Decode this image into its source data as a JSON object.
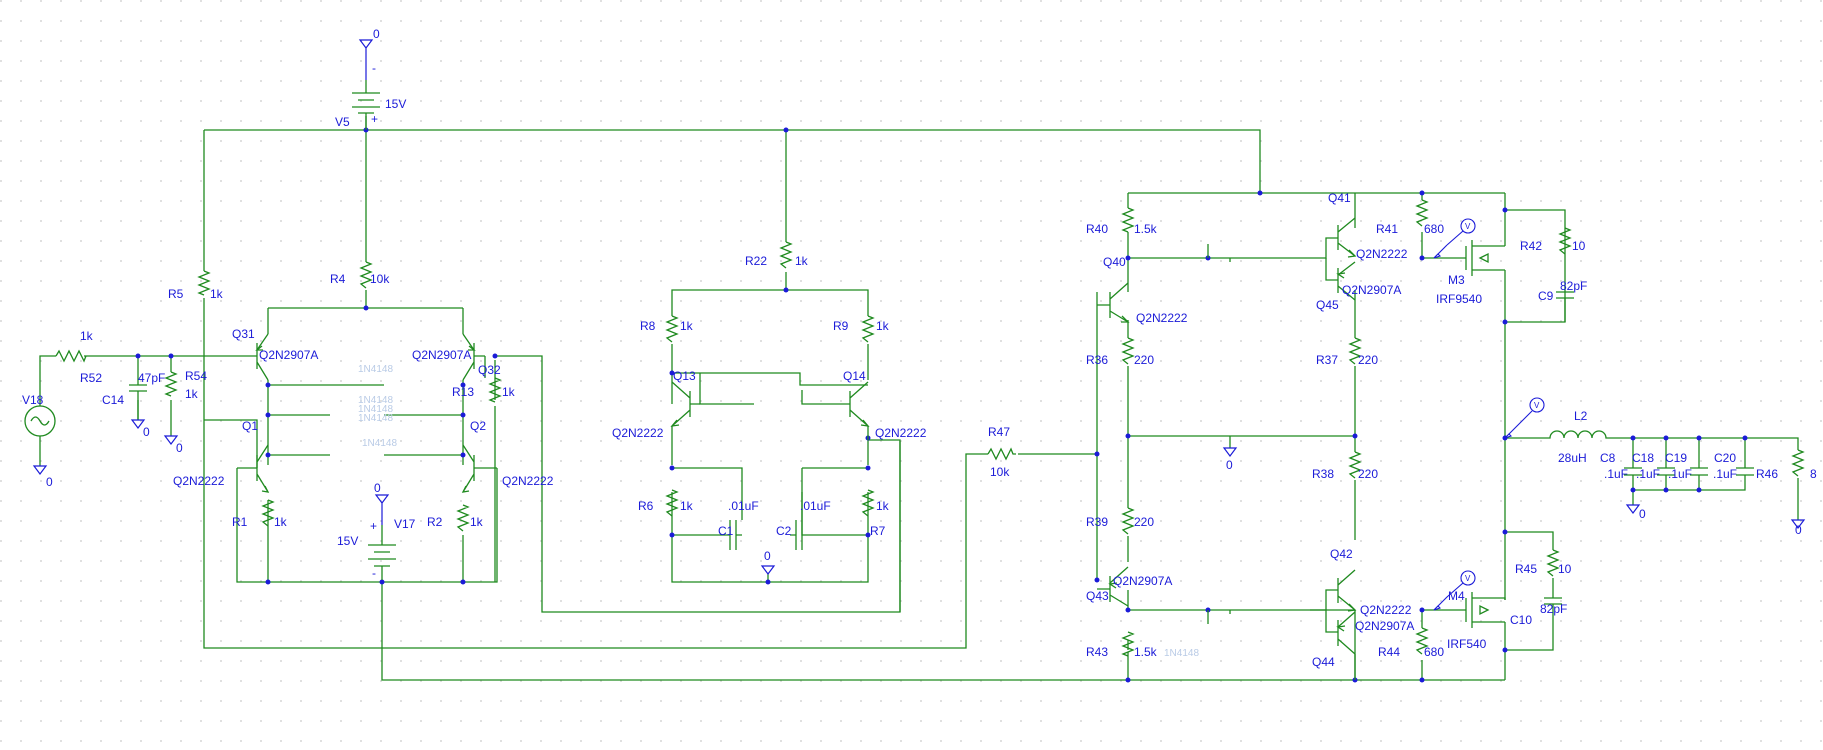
{
  "components": {
    "V5": {
      "name": "V5",
      "value": "15V",
      "pin_minus": "-",
      "pin_plus": "+"
    },
    "V17": {
      "name": "V17",
      "value": "15V",
      "pin_plus": "+",
      "pin_minus": "-"
    },
    "V18": {
      "name": "V18"
    },
    "R52": {
      "name": "R52",
      "value": "1k"
    },
    "C14": {
      "name": "C14",
      "value": "47pF"
    },
    "R54": {
      "name": "R54",
      "value": "1k"
    },
    "R5": {
      "name": "R5",
      "value": "1k"
    },
    "R4": {
      "name": "R4",
      "value": "10k"
    },
    "Q31": {
      "name": "Q31",
      "value": "Q2N2907A"
    },
    "Q32": {
      "name": "Q32",
      "value": "Q2N2907A"
    },
    "Q1": {
      "name": "Q1",
      "value": "Q2N2222"
    },
    "Q2": {
      "name": "Q2",
      "value": "Q2N2222"
    },
    "R13": {
      "name": "R13",
      "value": "1k"
    },
    "R1": {
      "name": "R1",
      "value": "1k"
    },
    "R2": {
      "name": "R2",
      "value": "1k"
    },
    "R22": {
      "name": "R22",
      "value": "1k"
    },
    "R8": {
      "name": "R8",
      "value": "1k"
    },
    "R9": {
      "name": "R9",
      "value": "1k"
    },
    "Q13": {
      "name": "Q13",
      "value": "Q2N2222"
    },
    "Q14": {
      "name": "Q14",
      "value": "Q2N2222"
    },
    "R6": {
      "name": "R6",
      "value": "1k"
    },
    "R7": {
      "name": "R7",
      "value": "1k"
    },
    "C1": {
      "name": "C1",
      "value": ".01uF"
    },
    "C2": {
      "name": "C2",
      "value": ".01uF"
    },
    "R47": {
      "name": "R47",
      "value": "10k"
    },
    "R40": {
      "name": "R40",
      "value": "1.5k"
    },
    "Q40": {
      "name": "Q40",
      "value": "Q2N2222"
    },
    "R36": {
      "name": "R36",
      "value": "220"
    },
    "R39": {
      "name": "R39",
      "value": "220"
    },
    "Q43": {
      "name": "Q43",
      "value": "Q2N2907A"
    },
    "R43": {
      "name": "R43",
      "value": "1.5k"
    },
    "Q41": {
      "name": "Q41",
      "value": "Q2N2222"
    },
    "Q45": {
      "name": "Q45",
      "value": "Q2N2907A"
    },
    "R41": {
      "name": "R41",
      "value": "680"
    },
    "R37": {
      "name": "R37",
      "value": "220"
    },
    "R38": {
      "name": "R38",
      "value": "220"
    },
    "Q42": {
      "name": "Q42",
      "value": "Q2N2222"
    },
    "Q44": {
      "name": "Q44",
      "value": "Q2N2907A"
    },
    "R44": {
      "name": "R44",
      "value": "680"
    },
    "M3": {
      "name": "M3",
      "value": "IRF9540"
    },
    "M4": {
      "name": "M4",
      "value": "IRF540"
    },
    "R42": {
      "name": "R42",
      "value": "10"
    },
    "C9": {
      "name": "C9",
      "value": "82pF"
    },
    "R45": {
      "name": "R45",
      "value": "10"
    },
    "C10": {
      "name": "C10",
      "value": "82pF"
    },
    "L2": {
      "name": "L2",
      "value": "28uH"
    },
    "C8": {
      "name": "C8",
      "value": ".1uF"
    },
    "C18": {
      "name": "C18",
      "value": ".1uF"
    },
    "C19": {
      "name": "C19",
      "value": ".1uF"
    },
    "C20": {
      "name": "C20",
      "value": ".1uF"
    },
    "R46": {
      "name": "R46",
      "value": "8"
    }
  },
  "ground_label": "0",
  "probe_label": "V",
  "faint_labels": [
    "1N4148",
    "1N4148",
    "1N4148",
    "1N4148",
    "1N4148",
    "1N4148"
  ]
}
